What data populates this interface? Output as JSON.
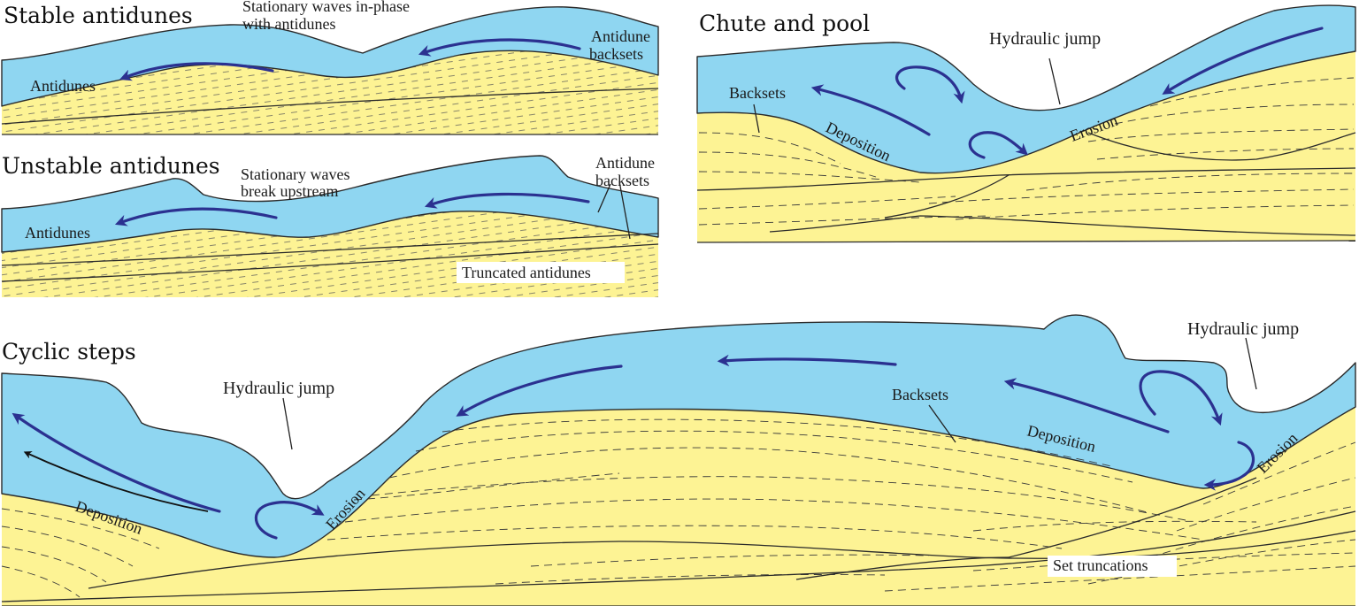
{
  "panels": {
    "stable": {
      "title": "Stable antidunes",
      "note_line1": "Stationary waves in-phase",
      "note_line2": "with antidunes",
      "antidunes": "Antidunes",
      "backsets_line1": "Antidune",
      "backsets_line2": "backsets"
    },
    "unstable": {
      "title": "Unstable antidunes",
      "note_line1": "Stationary waves",
      "note_line2": "break upstream",
      "antidunes": "Antidunes",
      "backsets_line1": "Antidune",
      "backsets_line2": "backsets",
      "truncated": "Truncated antidunes"
    },
    "chute": {
      "title": "Chute and pool",
      "jump": "Hydraulic jump",
      "backsets": "Backsets",
      "deposition": "Deposition",
      "erosion": "Erosion"
    },
    "cyclic": {
      "title": "Cyclic steps",
      "jump_left": "Hydraulic jump",
      "jump_right": "Hydraulic jump",
      "deposition_left": "Deposition",
      "erosion_left": "Erosion",
      "backsets": "Backsets",
      "deposition_right": "Deposition",
      "erosion_right": "Erosion",
      "set_truncations": "Set truncations"
    }
  },
  "colors": {
    "water": "#8fd6f1",
    "sand": "#fdf394",
    "flow_arrow": "#2b3190",
    "outline": "#2a2a2a"
  }
}
